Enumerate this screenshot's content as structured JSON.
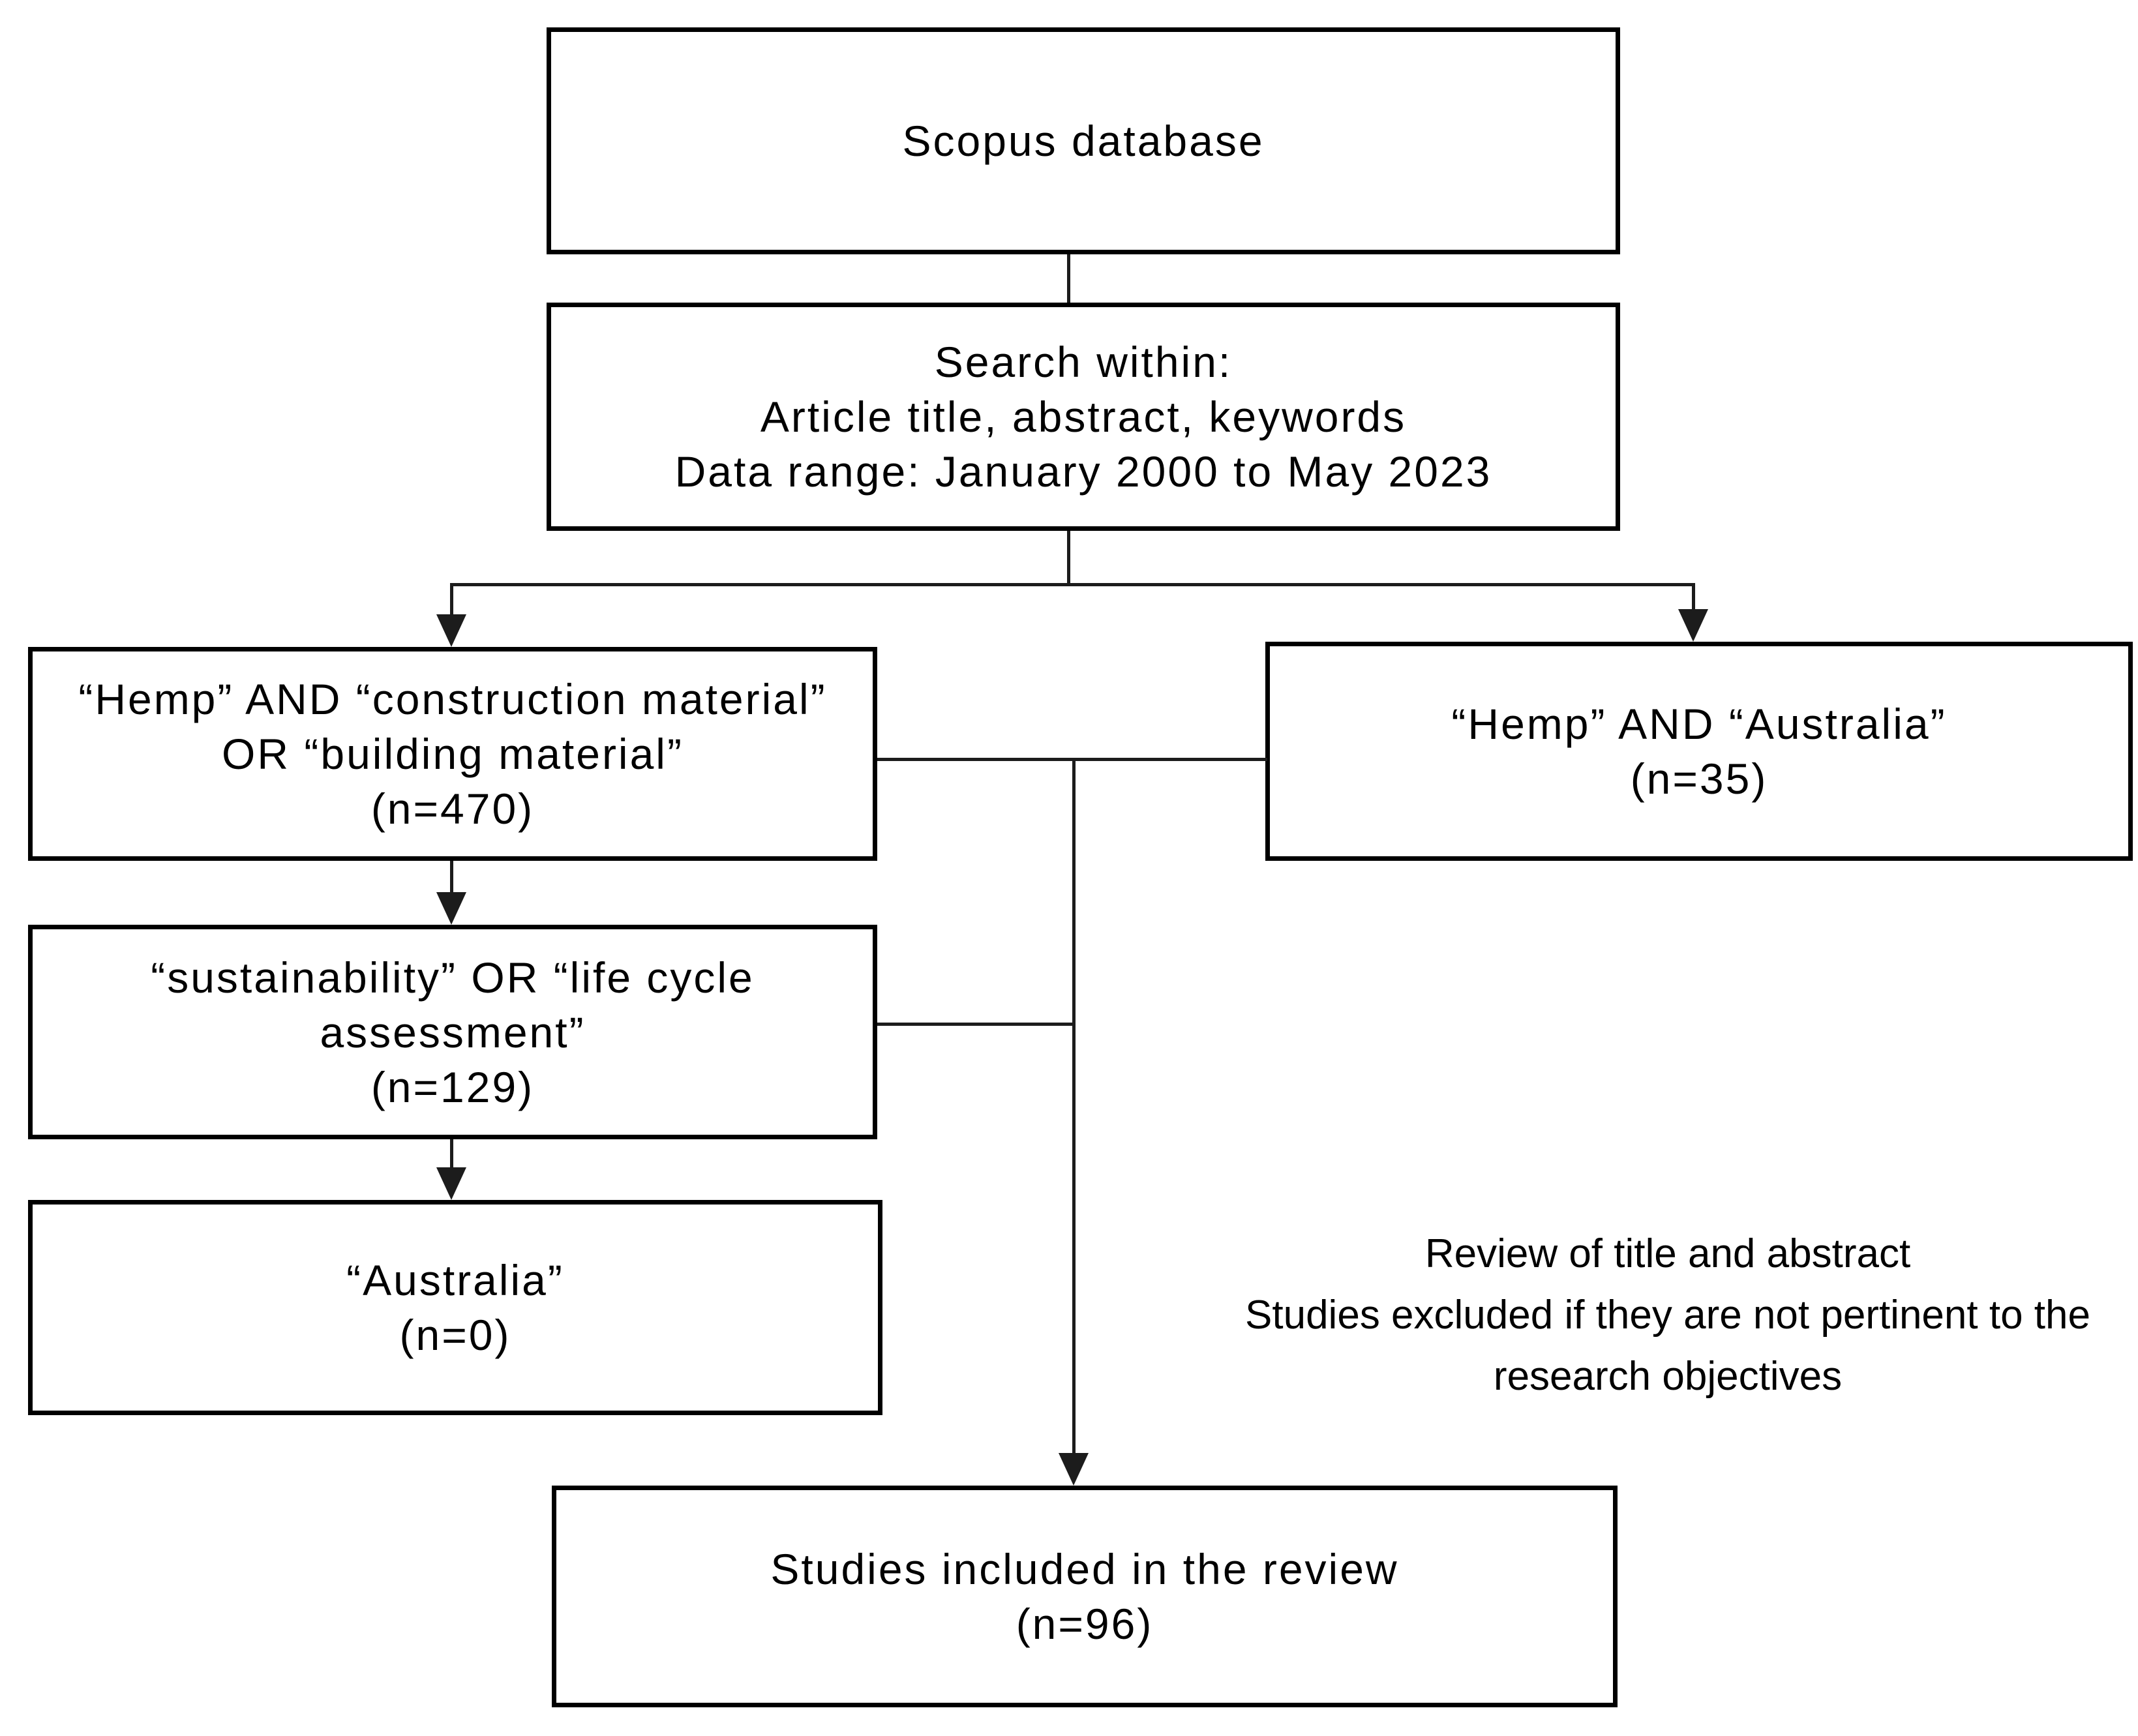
{
  "figure": {
    "type": "flowchart",
    "title": "Literature search and screening flow diagram",
    "colors": {
      "background": "#ffffff",
      "text": "#000000",
      "box_border": "#000000",
      "connector": "#1c1c1c"
    }
  },
  "boxes": {
    "scopus": {
      "lines": [
        "Scopus database"
      ]
    },
    "search": {
      "lines": [
        "Search within:",
        "Article title, abstract, keywords",
        "Data range: January 2000 to May 2023"
      ]
    },
    "hemp_construction": {
      "lines": [
        "“Hemp” AND “construction material”",
        "OR “building material”",
        "(n=470)"
      ],
      "count": 470
    },
    "hemp_australia": {
      "lines": [
        "“Hemp” AND “Australia”",
        "(n=35)"
      ],
      "count": 35
    },
    "sustainability": {
      "lines": [
        "“sustainability” OR “life cycle",
        "assessment”",
        "(n=129)"
      ],
      "count": 129
    },
    "australia": {
      "lines": [
        "“Australia”",
        "(n=0)"
      ],
      "count": 0
    },
    "included": {
      "lines": [
        "Studies included in the review",
        "(n=96)"
      ],
      "count": 96
    }
  },
  "annotations": {
    "exclusion_note": {
      "lines": [
        "Review of title and abstract",
        "Studies excluded if they are not pertinent to the",
        "research objectives"
      ]
    }
  }
}
